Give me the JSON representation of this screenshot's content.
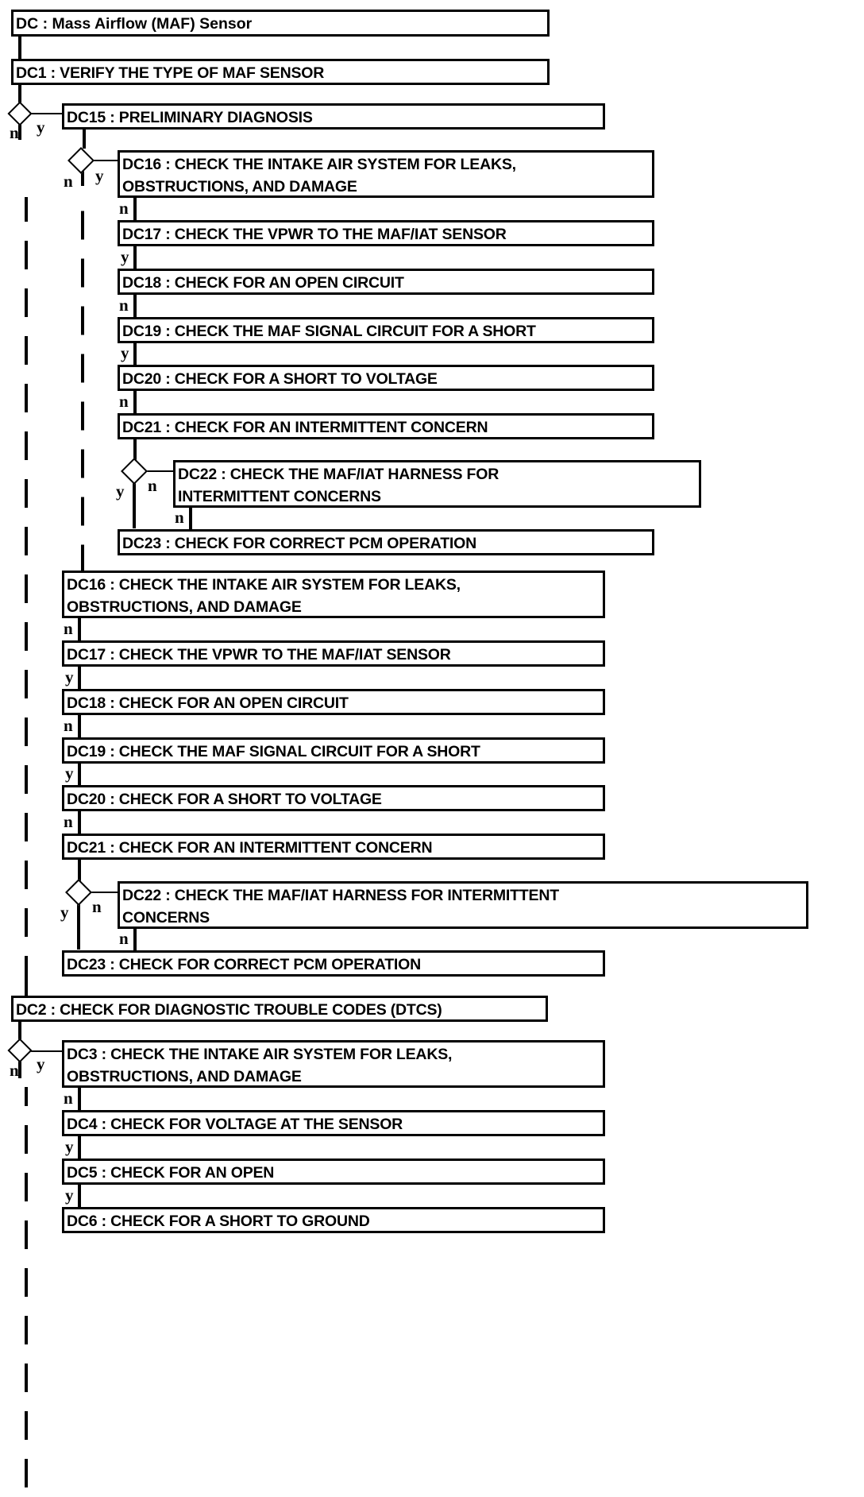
{
  "diagram": {
    "title": "DC : Mass Airflow (MAF) Sensor",
    "type": "flowchart",
    "labels": {
      "yes": "y",
      "no": "n"
    },
    "colors": {
      "line": "#000000",
      "box_fill": "#ffffff",
      "text": "#000000"
    },
    "nodes": {
      "root": "DC : Mass Airflow (MAF) Sensor",
      "dc1": "DC1 : VERIFY THE TYPE OF MAF SENSOR",
      "dc15": "DC15 : PRELIMINARY DIAGNOSIS",
      "dc16a": "DC16 : CHECK THE INTAKE AIR SYSTEM FOR LEAKS,\nOBSTRUCTIONS, AND DAMAGE",
      "dc17a": "DC17 : CHECK THE VPWR TO THE MAF/IAT SENSOR",
      "dc18a": "DC18 : CHECK FOR AN OPEN CIRCUIT",
      "dc19a": "DC19 : CHECK THE MAF SIGNAL CIRCUIT FOR A SHORT",
      "dc20a": "DC20 : CHECK FOR A SHORT TO VOLTAGE",
      "dc21a": "DC21 : CHECK FOR AN INTERMITTENT CONCERN",
      "dc22a": "DC22 : CHECK THE MAF/IAT HARNESS FOR\nINTERMITTENT CONCERNS",
      "dc23a": "DC23 : CHECK FOR CORRECT PCM OPERATION",
      "dc16b": "DC16 : CHECK THE INTAKE AIR SYSTEM FOR LEAKS,\nOBSTRUCTIONS, AND DAMAGE",
      "dc17b": "DC17 : CHECK THE VPWR TO THE MAF/IAT SENSOR",
      "dc18b": "DC18 : CHECK FOR AN OPEN CIRCUIT",
      "dc19b": "DC19 : CHECK THE MAF SIGNAL CIRCUIT FOR A SHORT",
      "dc20b": "DC20 : CHECK FOR A SHORT TO VOLTAGE",
      "dc21b": "DC21 : CHECK FOR AN INTERMITTENT CONCERN",
      "dc22b": "DC22 : CHECK THE MAF/IAT HARNESS FOR INTERMITTENT\nCONCERNS",
      "dc23b": "DC23 : CHECK FOR CORRECT PCM OPERATION",
      "dc2": "DC2 : CHECK FOR DIAGNOSTIC TROUBLE CODES (DTCS)",
      "dc3": "DC3 : CHECK THE INTAKE AIR SYSTEM FOR LEAKS,\nOBSTRUCTIONS, AND DAMAGE",
      "dc4": "DC4 : CHECK FOR VOLTAGE AT THE SENSOR",
      "dc5": "DC5 : CHECK FOR AN OPEN",
      "dc6": "DC6 : CHECK FOR A SHORT TO GROUND"
    },
    "branch_labels": {
      "d15_n": "n",
      "d15_y": "y",
      "d16a_n": "n",
      "d16a_y": "y",
      "e16a_n": "n",
      "e17a_y": "y",
      "e18a_n": "n",
      "e19a_y": "y",
      "e20a_n": "n",
      "d22a_y": "y",
      "d22a_n": "n",
      "e22a_n": "n",
      "e16b_n": "n",
      "e17b_y": "y",
      "e18b_n": "n",
      "e19b_y": "y",
      "e20b_n": "n",
      "d22b_y": "y",
      "d22b_n": "n",
      "e22b_n": "n",
      "d3_n": "n",
      "d3_y": "y",
      "e3_n": "n",
      "e4_y": "y",
      "e5_y": "y"
    }
  }
}
